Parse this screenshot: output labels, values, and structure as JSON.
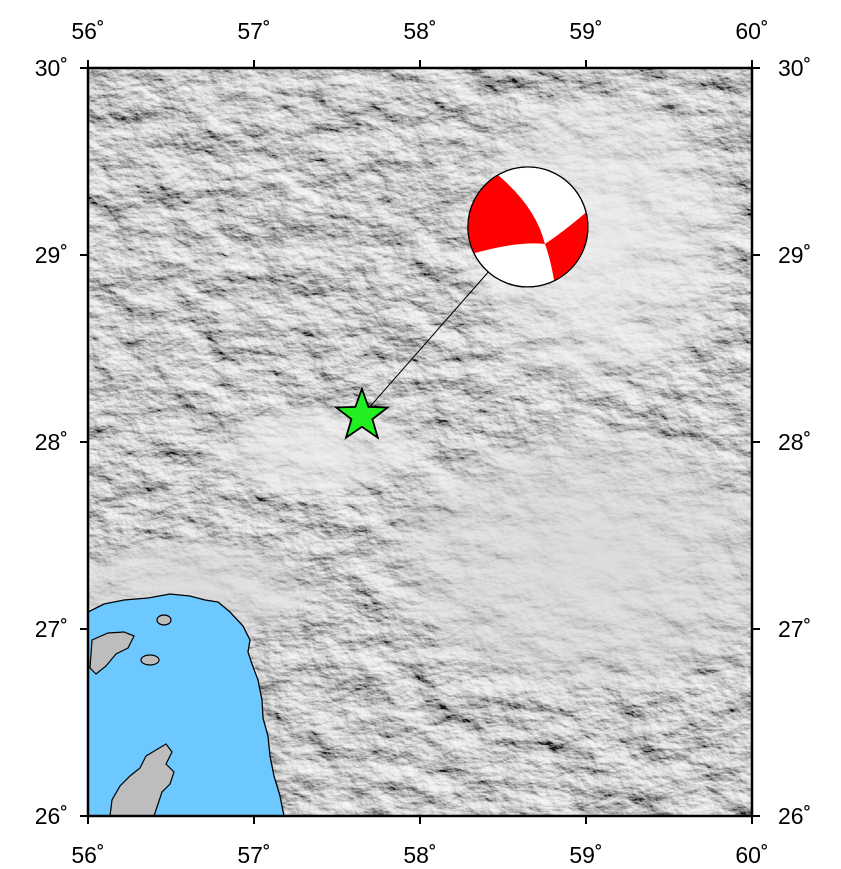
{
  "map": {
    "lon_range": [
      56,
      60
    ],
    "lat_range": [
      26,
      30
    ],
    "lon_ticks": [
      {
        "value": 56,
        "label": "56˚"
      },
      {
        "value": 57,
        "label": "57˚"
      },
      {
        "value": 58,
        "label": "58˚"
      },
      {
        "value": 59,
        "label": "59˚"
      },
      {
        "value": 60,
        "label": "60˚"
      }
    ],
    "lat_ticks": [
      {
        "value": 30,
        "label": "30˚"
      },
      {
        "value": 29,
        "label": "29˚"
      },
      {
        "value": 28,
        "label": "28˚"
      },
      {
        "value": 27,
        "label": "27˚"
      },
      {
        "value": 26,
        "label": "26˚"
      }
    ],
    "epicenter": {
      "lon": 57.65,
      "lat": 28.14,
      "symbol": "star",
      "color": "#22ee22"
    },
    "focal_mechanism": {
      "lon": 58.65,
      "lat": 29.15,
      "compression_color": "#ff0000",
      "dilatation_color": "#ffffff"
    },
    "colors": {
      "sea": "#6cc8ff",
      "land_relief": "#d9d9d9",
      "coastline": "#000000"
    }
  }
}
